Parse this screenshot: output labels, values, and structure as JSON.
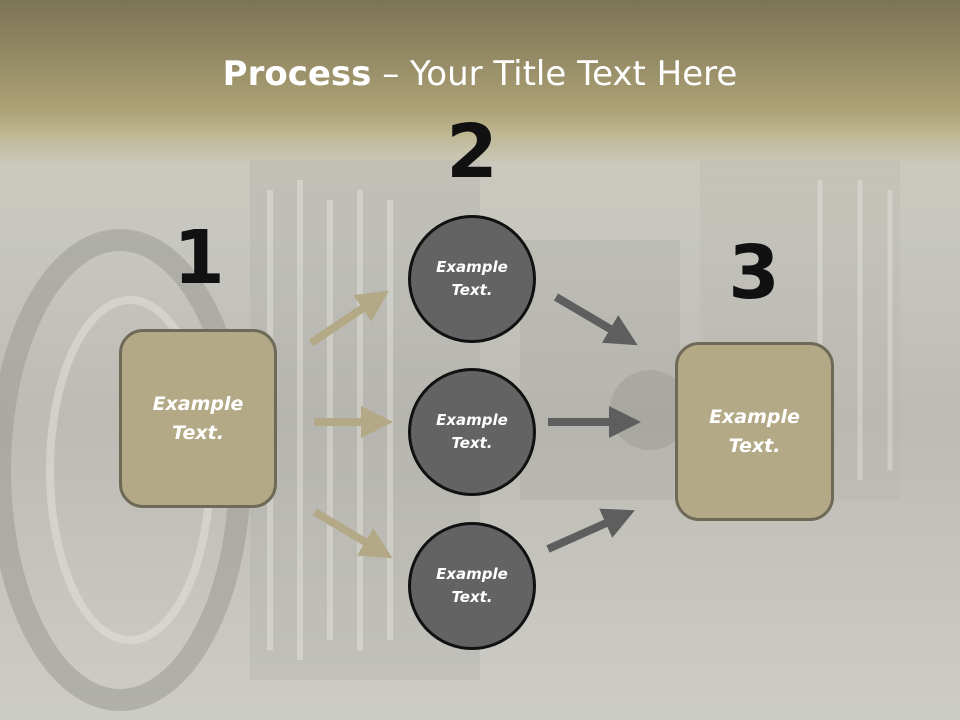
{
  "title": {
    "bold": "Process",
    "separator": "–",
    "rest": "Your Title Text Here"
  },
  "numbers": [
    "1",
    "2",
    "3"
  ],
  "step1": {
    "text": "Example Text."
  },
  "step2": {
    "items": [
      {
        "text": "Example Text."
      },
      {
        "text": "Example Text."
      },
      {
        "text": "Example Text."
      }
    ]
  },
  "step3": {
    "text": "Example Text."
  },
  "colors": {
    "box_fill": "#b3a986",
    "circle_fill": "#636363",
    "tan_arrow": "#b3a986",
    "gray_arrow": "#5e5e5e",
    "header": "#958b66"
  }
}
